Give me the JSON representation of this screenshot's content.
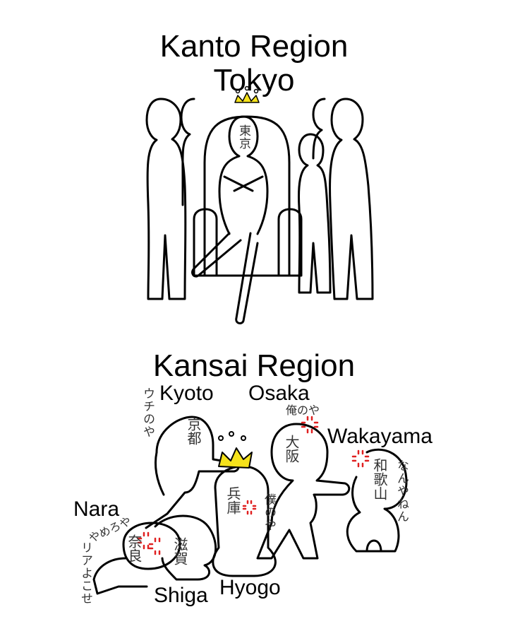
{
  "kanto": {
    "title": "Kanto Region",
    "subtitle": "Tokyo",
    "king_name": "東京"
  },
  "kansai": {
    "title": "Kansai Region",
    "labels": {
      "kyoto": "Kyoto",
      "osaka": "Osaka",
      "wakayama": "Wakayama",
      "nara": "Nara",
      "shiga": "Shiga",
      "hyogo": "Hyogo"
    },
    "names": {
      "kyoto": "京都",
      "osaka": "大阪",
      "wakayama": "和歌山",
      "hyogo": "兵庫",
      "nara": "奈良",
      "shiga": "滋賀"
    },
    "speech": {
      "kyoto": "ウチのや",
      "osaka": "俺のや",
      "wakayama": "なんやねん",
      "hyogo": "僕のや",
      "nara_1": "やめろや",
      "nara_2": "リアよこせ"
    }
  },
  "colors": {
    "crown": "#f5e21b",
    "anger": "#e02020",
    "line": "#000000"
  }
}
